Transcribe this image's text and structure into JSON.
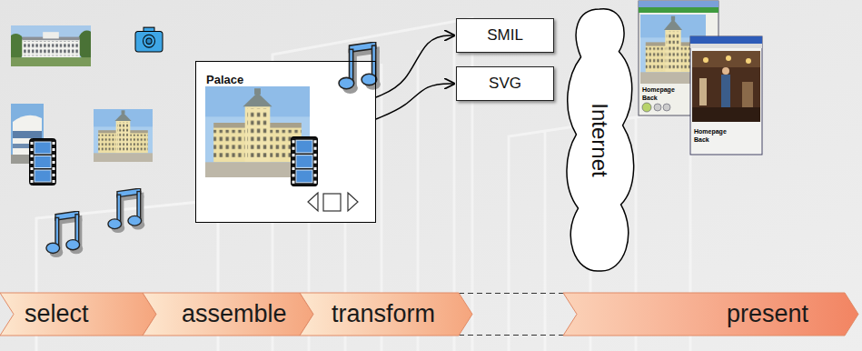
{
  "diagram": {
    "nodes": [
      {
        "text": [
          "Palace"
        ]
      },
      {
        "text": [
          "SMIL"
        ]
      },
      {
        "text": [
          "SVG"
        ]
      },
      {
        "text": [
          "Internet"
        ]
      },
      {
        "text": [
          "select"
        ]
      },
      {
        "text": [
          "assemble"
        ]
      },
      {
        "text": [
          "transform"
        ]
      },
      {
        "text": [
          "present"
        ]
      }
    ],
    "edges": [
      {
        "from": 0,
        "to": 1,
        "arrow": "to"
      },
      {
        "from": 0,
        "to": 2,
        "arrow": "to"
      }
    ],
    "labels": [
      "Homepage",
      "Back",
      "Homepage",
      "Back"
    ]
  }
}
